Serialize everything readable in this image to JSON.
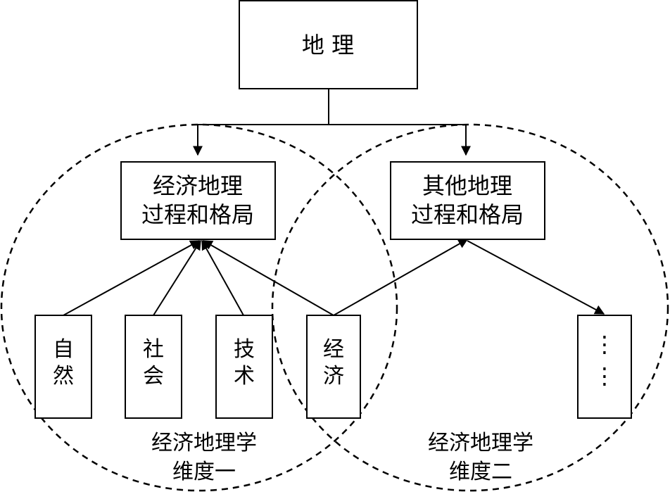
{
  "top_box": {
    "text": "地  理"
  },
  "economic_process_box": {
    "line1": "经济地理",
    "line2": "过程和格局"
  },
  "other_process_box": {
    "line1": "其他地理",
    "line2": "过程和格局"
  },
  "factor_boxes": [
    {
      "char1": "自",
      "char2": "然"
    },
    {
      "char1": "社",
      "char2": "会"
    },
    {
      "char1": "技",
      "char2": "术"
    },
    {
      "char1": "经",
      "char2": "济"
    }
  ],
  "ellipsis_box": {
    "text": "⋮"
  },
  "dimension_one": {
    "line1": "经济地理学",
    "line2": "维度一"
  },
  "dimension_two": {
    "line1": "经济地理学",
    "line2": "维度二"
  }
}
